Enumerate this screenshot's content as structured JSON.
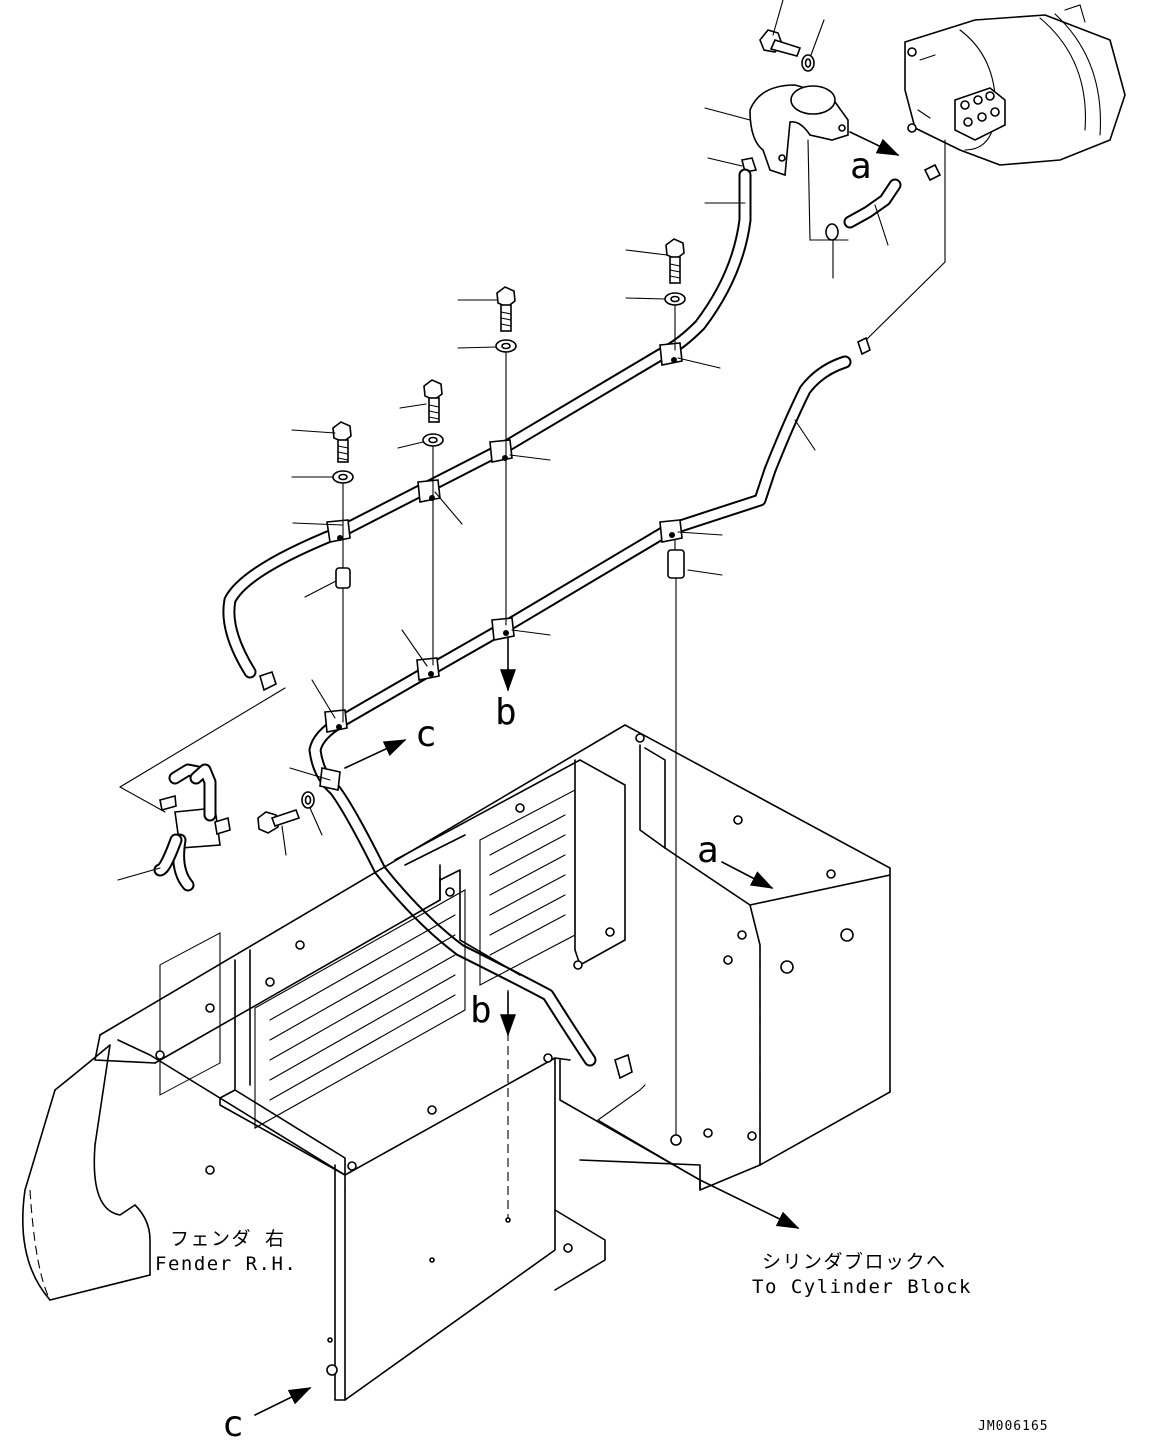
{
  "view_labels": {
    "a": "a",
    "b": "b",
    "c": "c"
  },
  "fender_label": {
    "japanese": "フェンダ 右",
    "english": "Fender R.H."
  },
  "cylinder_label": {
    "japanese": "シリンダブロックへ",
    "english": "To Cylinder Block"
  },
  "drawing_code": "JM006165"
}
